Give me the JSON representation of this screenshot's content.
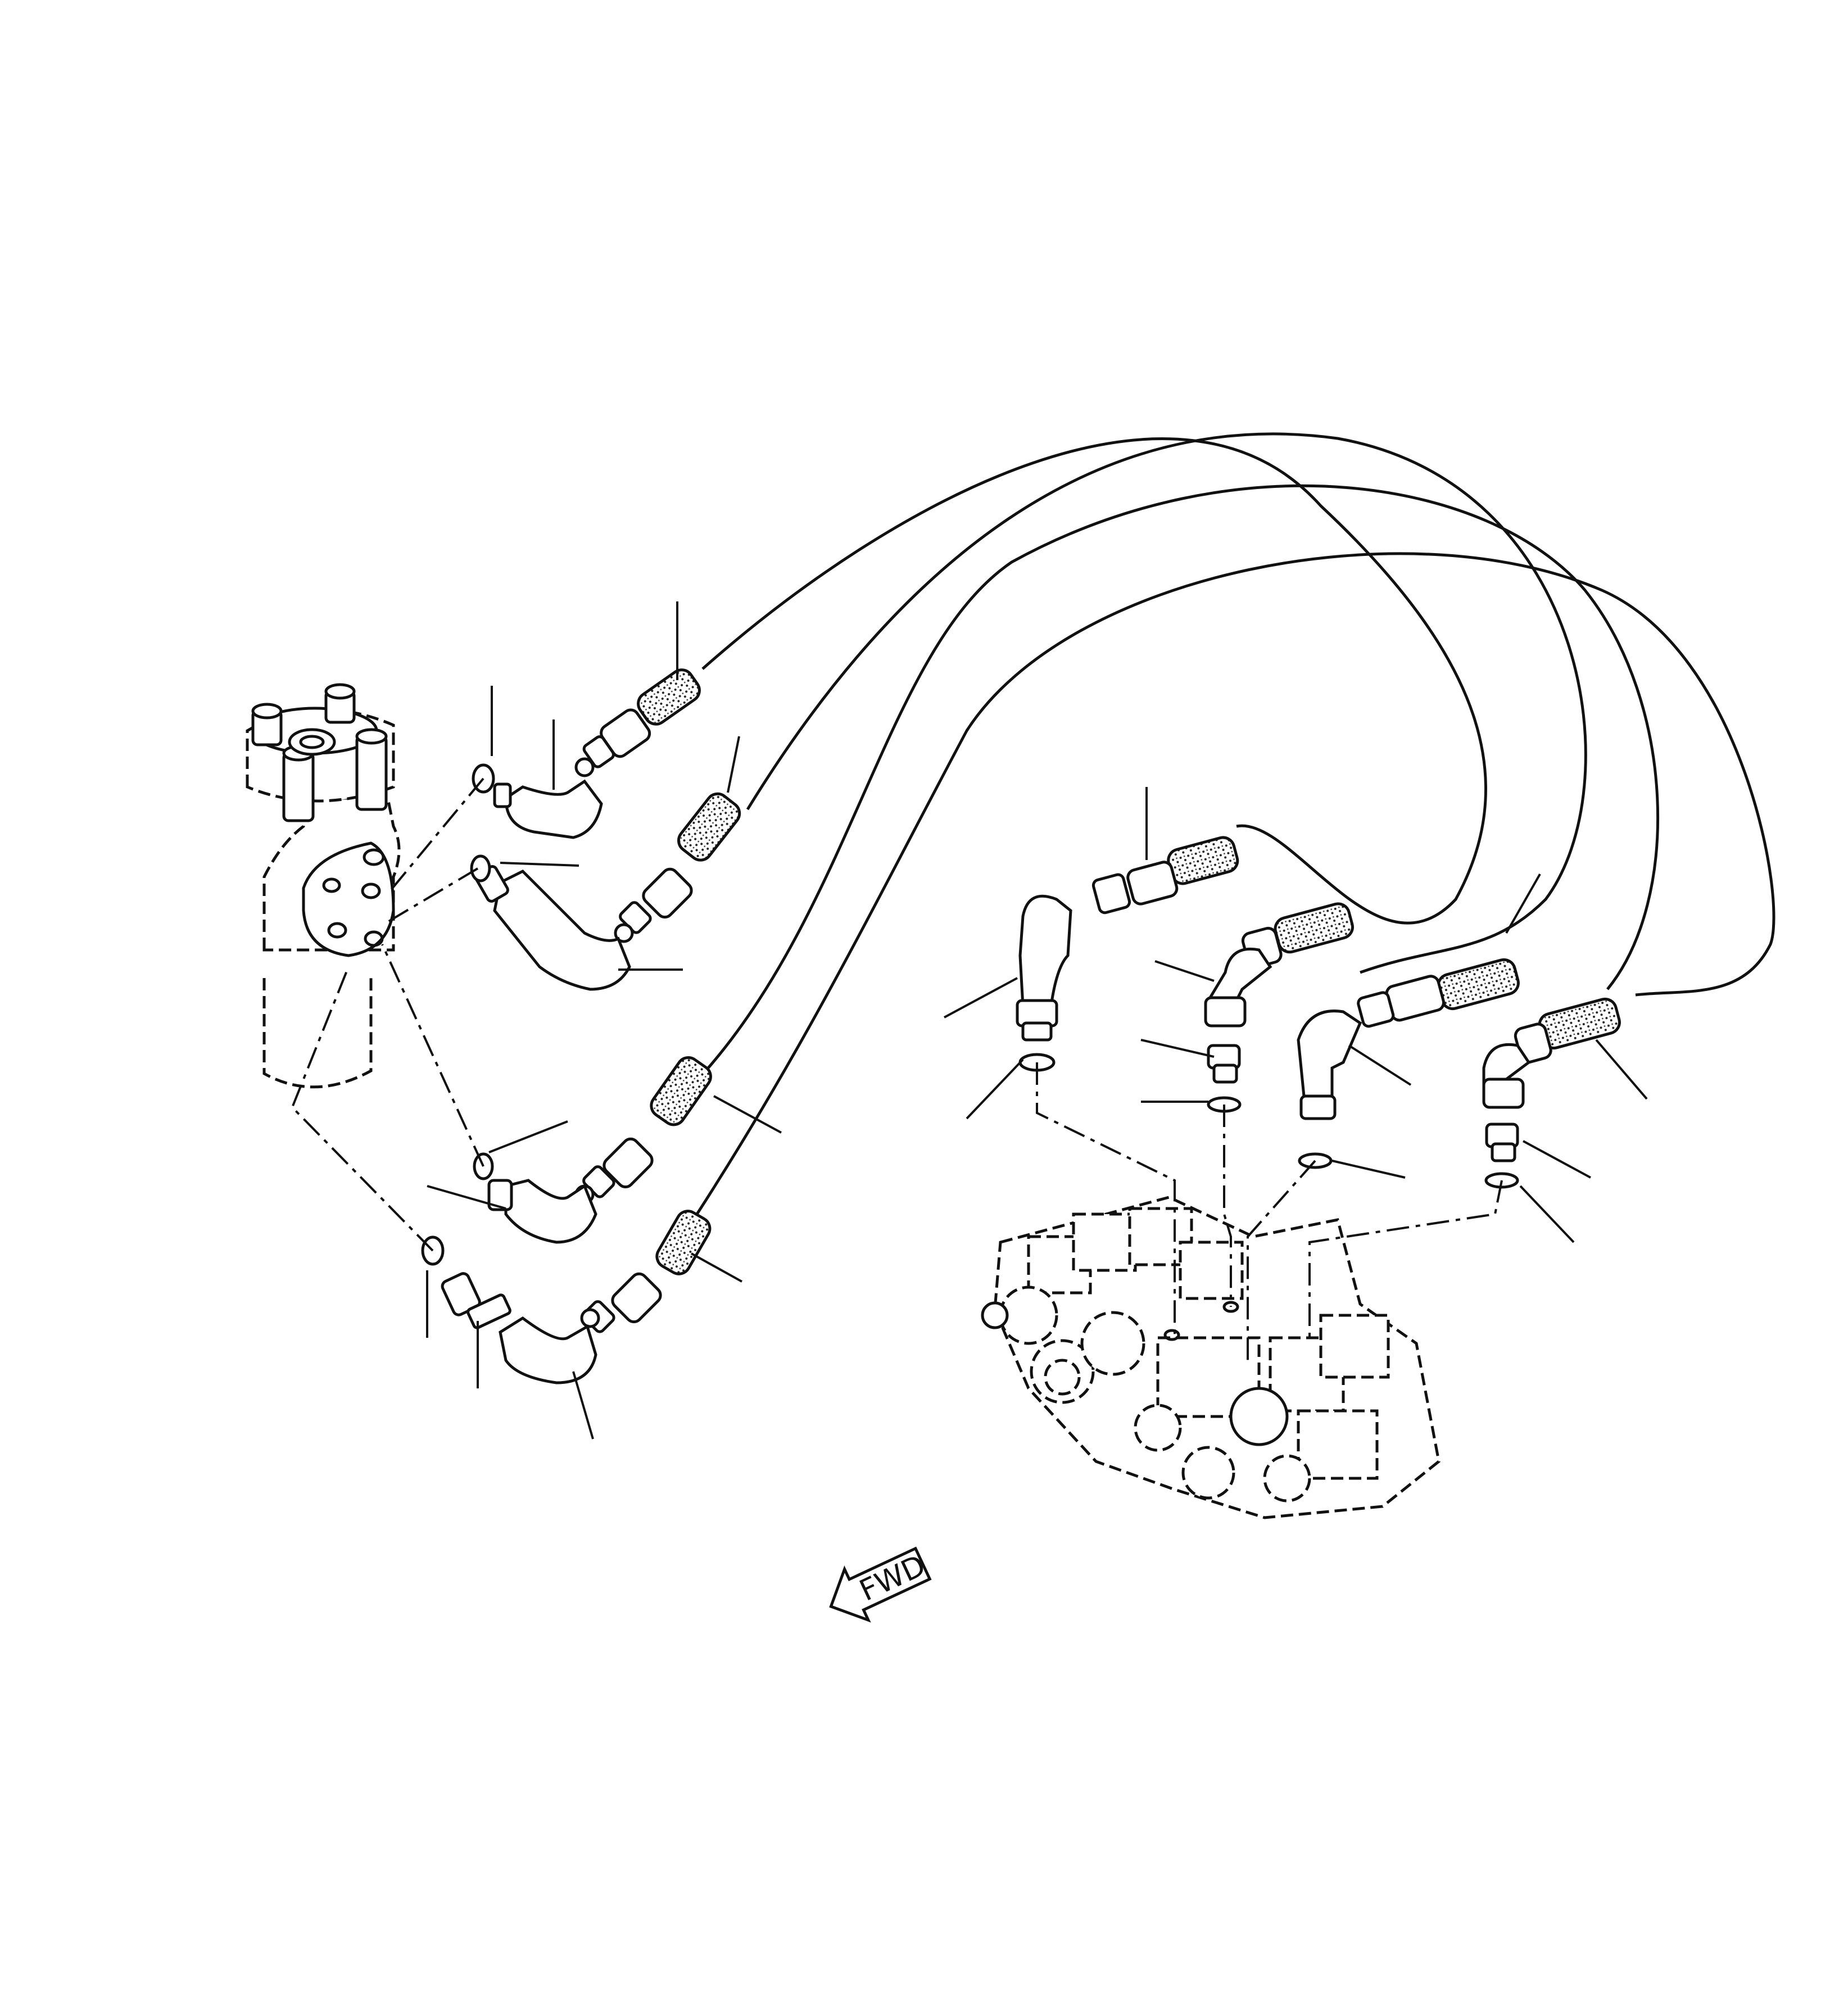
{
  "diagram": {
    "fwd_label": "FWD",
    "components": [
      "steering-valve",
      "control-valve",
      "hose",
      "elbow-fitting",
      "adapter",
      "o-ring"
    ],
    "icons": [
      "fwd-arrow-icon"
    ],
    "colors": {
      "line": "#111111",
      "background": "#ffffff"
    }
  }
}
